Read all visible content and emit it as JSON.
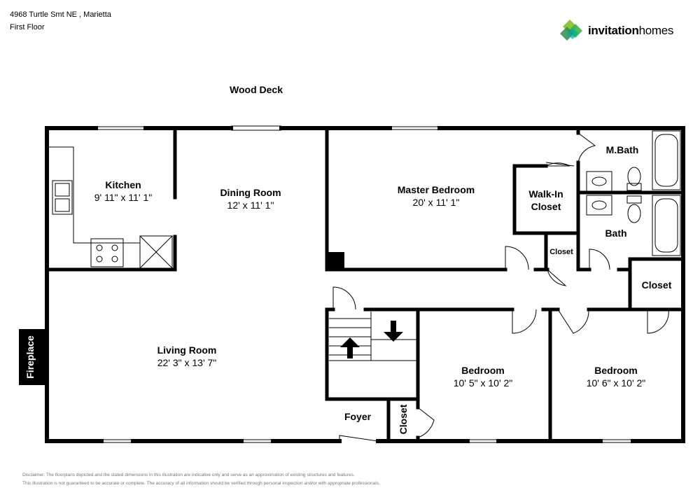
{
  "header": {
    "address": "4968 Turtle Smt NE , Marietta",
    "floor": "First Floor"
  },
  "logo": {
    "word1": "invitation",
    "word2": "homes",
    "colors": [
      "#8cc63f",
      "#39b54a",
      "#00a99d",
      "#2e8b57"
    ]
  },
  "areas": {
    "wood_deck": "Wood Deck",
    "fireplace": "Fireplace"
  },
  "rooms": {
    "kitchen": {
      "name": "Kitchen",
      "dims": "9' 11\" x 11' 1\""
    },
    "dining": {
      "name": "Dining Room",
      "dims": "12' x 11' 1\""
    },
    "master": {
      "name": "Master Bedroom",
      "dims": "20' x 11' 1\""
    },
    "walkin": {
      "name_line1": "Walk-In",
      "name_line2": "Closet"
    },
    "mbath": {
      "name": "M.Bath"
    },
    "bath": {
      "name": "Bath"
    },
    "closet_small": {
      "name": "Closet"
    },
    "closet_hall": {
      "name": "Closet"
    },
    "living": {
      "name": "Living Room",
      "dims": "22' 3\" x 13' 7\""
    },
    "bedroom1": {
      "name": "Bedroom",
      "dims": "10' 5\" x 10' 2\""
    },
    "bedroom2": {
      "name": "Bedroom",
      "dims": "10' 6\" x 10' 2\""
    },
    "foyer": {
      "name": "Foyer"
    },
    "closet_foyer": {
      "name": "Closet"
    }
  },
  "disclaimer": {
    "line1": "Disclaimer: The floorplans depicted and the stated dimensions in this illustration are indicative only and serve as an approximation of existing structures and features.",
    "line2": "This illustration is not guaranteed to be accurate or complete. The accuracy of all information should be verified through personal inspection and/or with appropriate professionals."
  }
}
